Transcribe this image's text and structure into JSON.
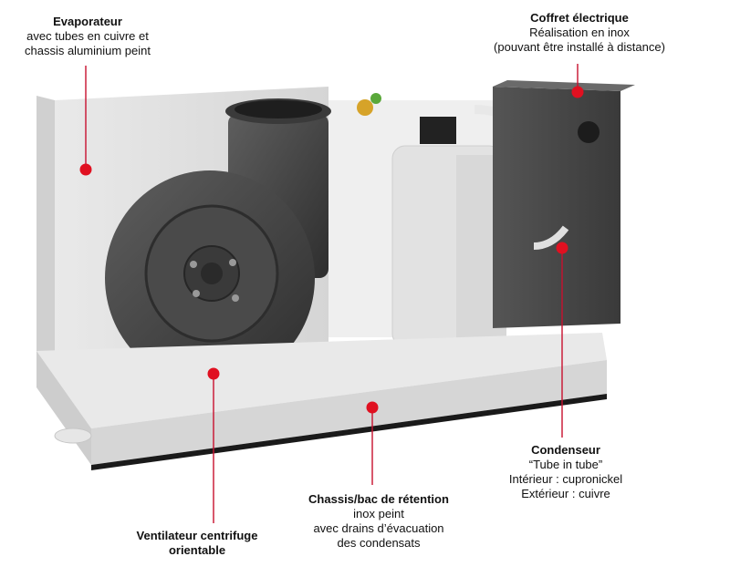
{
  "colors": {
    "leader": "#c8102e",
    "dot": "#e01020",
    "metal_light": "#e4e4e4",
    "metal_mid": "#c9c9c9",
    "blower_dark": "#3c3c3c",
    "blower_mid": "#575757",
    "box_dark": "#4a4a4a",
    "tray_top": "#e6e6e6",
    "tray_side": "#d2d2d2"
  },
  "labels": {
    "evaporateur": {
      "title": "Evaporateur",
      "lines": [
        "avec tubes en cuivre et",
        "chassis aluminium peint"
      ]
    },
    "coffret": {
      "title": "Coffret électrique",
      "lines": [
        "Réalisation en inox",
        "(pouvant être installé à distance)"
      ]
    },
    "condenseur": {
      "title": "Condenseur",
      "lines": [
        "“Tube in tube”",
        "Intérieur : cupronickel",
        "Extérieur : cuivre"
      ]
    },
    "chassis": {
      "title": "Chassis/bac de rétention",
      "lines": [
        "inox peint",
        "avec drains d’évacuation",
        "des condensats"
      ]
    },
    "ventilateur": {
      "title": "Ventilateur centrifuge",
      "lines": [
        "orientable"
      ]
    }
  }
}
